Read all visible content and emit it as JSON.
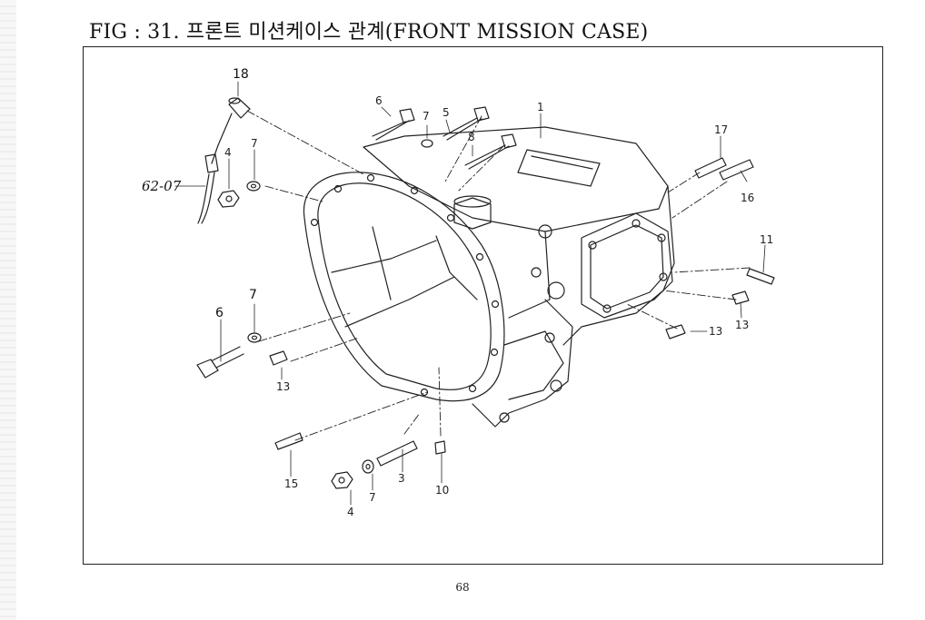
{
  "figure": {
    "title": "FIG : 31. 프론트 미션케이스 관계(FRONT MISSION CASE)"
  },
  "callouts": {
    "c1": "1",
    "c3": "3",
    "c4a": "4",
    "c4b": "4",
    "c5": "5",
    "c6a": "6",
    "c6b": "6",
    "c7a": "7",
    "c7b": "7",
    "c7c": "7",
    "c7d": "7",
    "c8": "8",
    "c10": "10",
    "c11": "11",
    "c13a": "13",
    "c13b": "13",
    "c13c": "13",
    "c15": "15",
    "c16": "16",
    "c17": "17",
    "c18": "18"
  },
  "handwritten_ref": "62-07",
  "page": {
    "number": "68"
  }
}
